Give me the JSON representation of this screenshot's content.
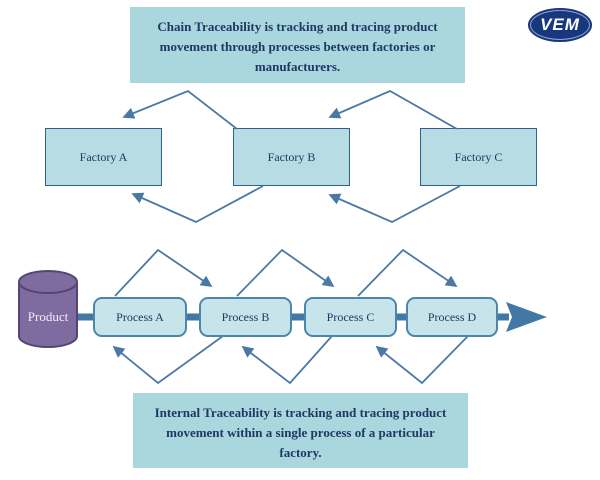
{
  "logo": {
    "text": "VEM"
  },
  "chain": {
    "description": "Chain Traceability is tracking and tracing product movement through processes between factories or manufacturers.",
    "factories": [
      {
        "label": "Factory A"
      },
      {
        "label": "Factory B"
      },
      {
        "label": "Factory C"
      }
    ]
  },
  "internal": {
    "description": "Internal Traceability is tracking and tracing product movement within a single process of a particular factory.",
    "product_label": "Product",
    "processes": [
      {
        "label": "Process A"
      },
      {
        "label": "Process B"
      },
      {
        "label": "Process C"
      },
      {
        "label": "Process D"
      }
    ]
  },
  "colors": {
    "description_box_fill": "#aad6de",
    "factory_fill": "#b7dce3",
    "factory_border": "#2f608f",
    "process_fill": "#c6e4e9",
    "process_border": "#4c86ac",
    "thin_arrow": "#4b79a6",
    "thick_arrow": "#4278a6",
    "text_navy": "#1f3864",
    "product_fill": "#7e6ca0",
    "product_border": "#564573",
    "logo_navy": "#17387e"
  }
}
